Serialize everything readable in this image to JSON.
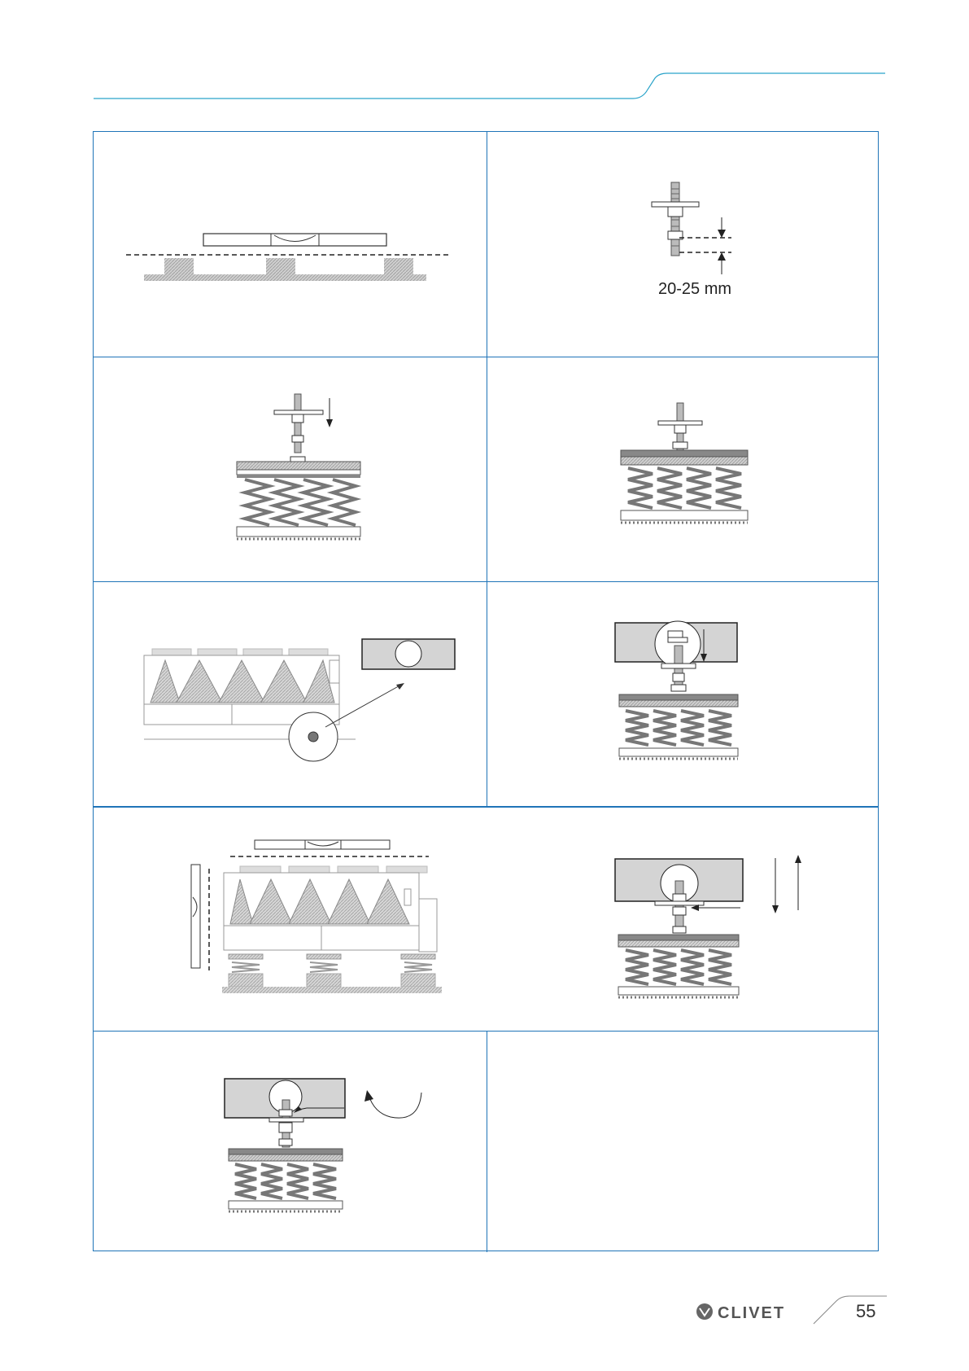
{
  "figure": {
    "dimension_label": "20-25 mm"
  },
  "footer": {
    "brand": "CLIVET",
    "page_number": "55"
  },
  "colors": {
    "frame": "#1f74b8",
    "hatch": "#b8b8b8",
    "accent_line": "#2aa3c9"
  }
}
